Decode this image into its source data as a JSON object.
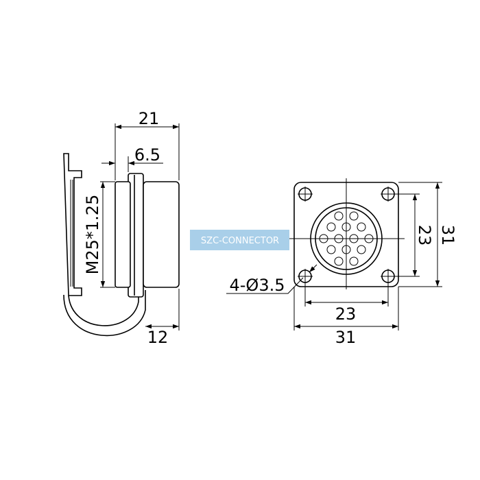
{
  "side_view": {
    "dim_length": "21",
    "dim_flange": "6.5",
    "dim_thread": "M25*1.25",
    "dim_cap": "12"
  },
  "front_view": {
    "dim_hole_spacing_h": "23",
    "dim_width": "31",
    "dim_hole_spacing_v": "23",
    "dim_height": "31",
    "dim_holes": "4-Ø3.5"
  },
  "watermark": {
    "text": "SZC-CONNECTOR",
    "color": "#a9cfe9"
  }
}
